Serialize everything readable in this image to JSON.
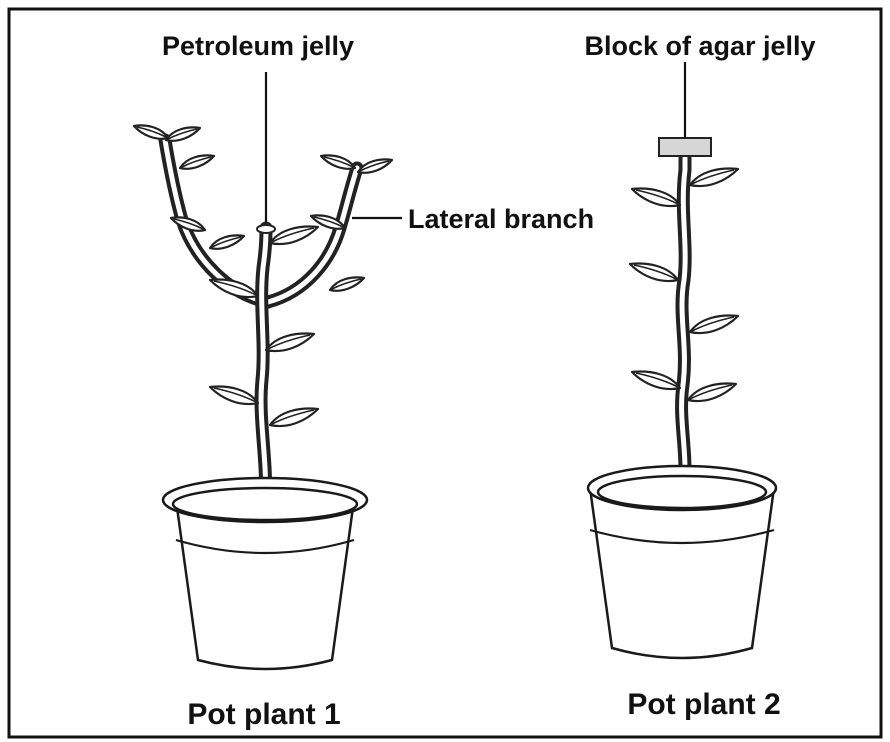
{
  "labels": {
    "petroleum_jelly": "Petroleum jelly",
    "block_of_agar_jelly": "Block of agar jelly",
    "lateral_branch": "Lateral branch",
    "pot_plant_1": "Pot plant 1",
    "pot_plant_2": "Pot plant 2"
  }
}
